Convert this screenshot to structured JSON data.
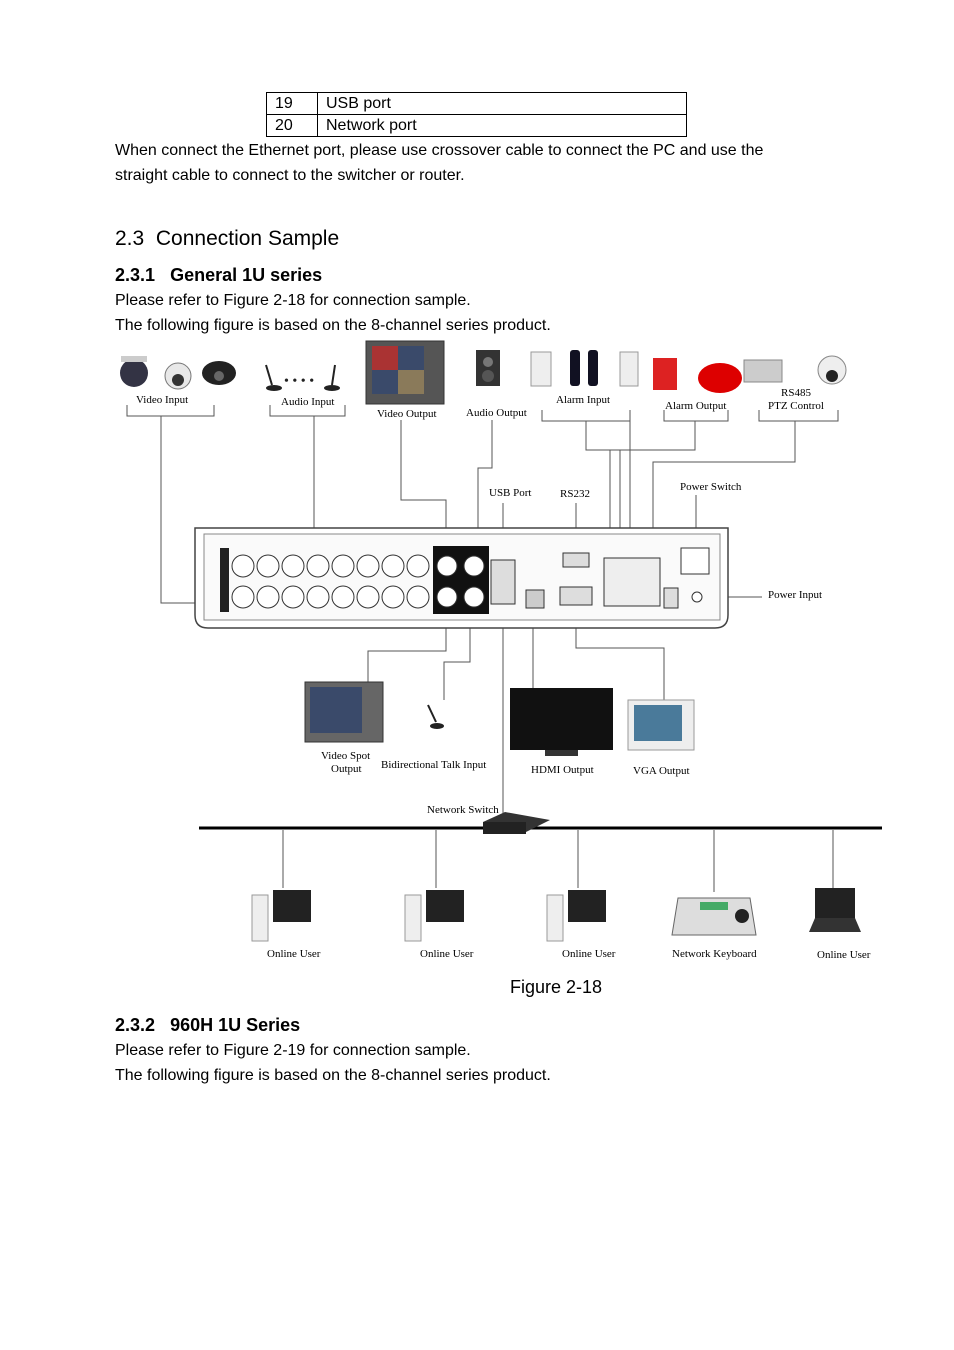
{
  "ports_table": {
    "rows": [
      {
        "num": "19",
        "desc": "USB port"
      },
      {
        "num": "20",
        "desc": "Network port"
      }
    ]
  },
  "intro_text": {
    "line1": "When connect the Ethernet port, please use crossover cable to connect the PC and use the",
    "line2": "straight cable to connect to the switcher or router."
  },
  "section_2_3": {
    "number": "2.3",
    "title": "Connection Sample"
  },
  "section_2_3_1": {
    "number": "2.3.1",
    "title": "General 1U series",
    "line1": "Please refer to Figure 2-18 for connection sample.",
    "line2": "The following figure is based on the 8-channel series product."
  },
  "figure": {
    "caption": "Figure 2-18",
    "labels": {
      "video_input": "Video Input",
      "audio_input": "Audio Input",
      "video_output": "Video Output",
      "audio_output": "Audio Output",
      "alarm_input": "Alarm Input",
      "alarm_output": "Alarm Output",
      "rs485_line1": "RS485",
      "rs485_line2": "PTZ Control",
      "usb_port": "USB Port",
      "rs232": "RS232",
      "power_switch": "Power Switch",
      "power_input": "Power Input",
      "video_spot_line1": "Video Spot",
      "video_spot_line2": "Output",
      "bidirectional_talk": "Bidirectional Talk Input",
      "hdmi_output": "HDMI Output",
      "vga_output": "VGA Output",
      "network_switch": "Network Switch",
      "online_user": "Online User",
      "network_keyboard": "Network Keyboard"
    }
  },
  "section_2_3_2": {
    "number": "2.3.2",
    "title": "960H 1U Series",
    "line1": "Please refer to Figure 2-19 for connection sample.",
    "line2": "The following figure is based on the 8-channel series product."
  }
}
